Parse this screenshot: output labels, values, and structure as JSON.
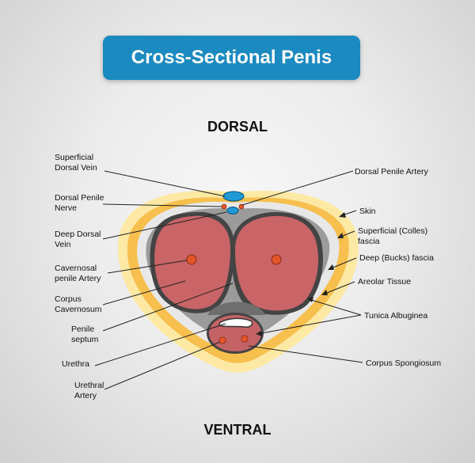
{
  "title": "Cross-Sectional Penis",
  "orientation": {
    "top": "DORSAL",
    "bottom": "VENTRAL"
  },
  "labels": {
    "superficial_dorsal_vein": [
      "Superficial",
      "Dorsal Vein"
    ],
    "dorsal_penile_nerve": [
      "Dorsal Penile",
      "Nerve"
    ],
    "deep_dorsal_vein": [
      "Deep Dorsal",
      "Vein"
    ],
    "cavernosal_penile_artery": [
      "Cavernosal",
      "penile Artery"
    ],
    "corpus_cavernosum": [
      "Corpus",
      "Cavernosum"
    ],
    "penile_septum": [
      "Penile",
      "septum"
    ],
    "urethra": [
      "Urethra"
    ],
    "urethral_artery": [
      "Urethral",
      "Artery"
    ],
    "dorsal_penile_artery": [
      "Dorsal Penile Artery"
    ],
    "skin": [
      "Skin"
    ],
    "superficial_colles_fascia": [
      "Superficial (Colles)",
      "fascia"
    ],
    "deep_bucks_fascia": [
      "Deep (Bucks) fascia"
    ],
    "areolar_tissue": [
      "Areolar Tissue"
    ],
    "tunica_albuginea": [
      "Tunica Albuginea"
    ],
    "corpus_spongiosum": [
      "Corpus Spongiosum"
    ]
  },
  "colors": {
    "title_bg": "#1b8ac1",
    "skin": "#fde9a4",
    "colles_fascia": "#f7bf4d",
    "bucks_fascia": "#e8e8e8",
    "areolar": "#9b9b9b",
    "tunica": "#444444",
    "cavernosum": "#c96467",
    "spongiosum": "#c46366",
    "artery": "#e4562a",
    "vein": "#1f9ad6"
  }
}
